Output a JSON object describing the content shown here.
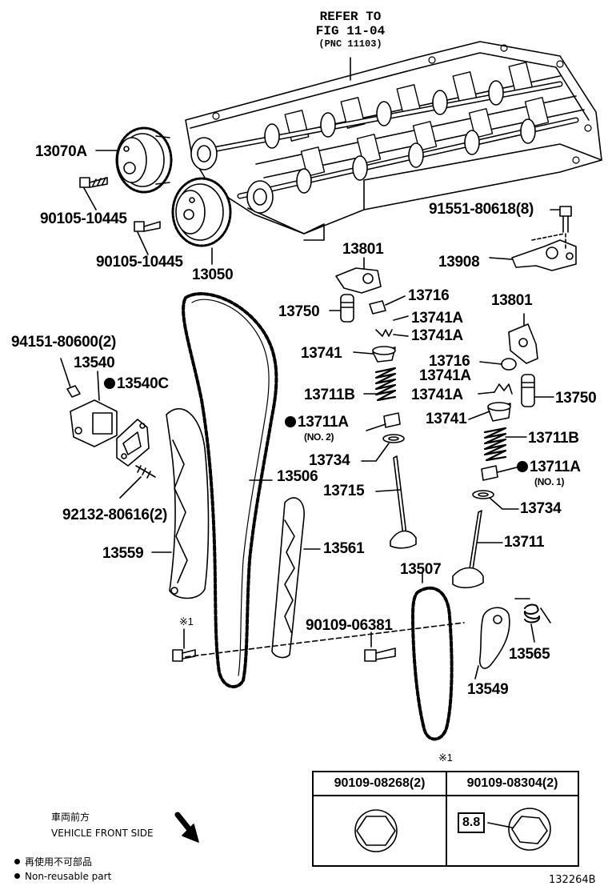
{
  "reference": {
    "line1": "REFER TO",
    "line2": "FIG 11-04",
    "line3": "(PNC 11103)"
  },
  "part_labels": {
    "p13070A": "13070A",
    "p90105_a": "90105-10445",
    "p90105_b": "90105-10445",
    "p13050": "13050",
    "p91551": "91551-80618(8)",
    "p13908": "13908",
    "p13801_a": "13801",
    "p13716_a": "13716",
    "p13750_a": "13750",
    "p13741A_a": "13741A",
    "p13741A_b": "13741A",
    "p13741_a": "13741",
    "p13711B_a": "13711B",
    "p13711A_a": "13711A",
    "p13711A_a_sub": "(NO. 2)",
    "p13734_a": "13734",
    "p13715": "13715",
    "p13801_b": "13801",
    "p13716_b": "13716",
    "p13741A_c": "13741A",
    "p13741A_d": "13741A",
    "p13750_b": "13750",
    "p13741_b": "13741",
    "p13711B_b": "13711B",
    "p13711A_b": "13711A",
    "p13711A_b_sub": "(NO. 1)",
    "p13734_b": "13734",
    "p13711": "13711",
    "p94151": "94151-80600(2)",
    "p13540": "13540",
    "p13540C": "13540C",
    "p92132": "92132-80616(2)",
    "p13506": "13506",
    "p13559": "13559",
    "p13561": "13561",
    "p13507": "13507",
    "p90109_06381": "90109-06381",
    "p13565": "13565",
    "p13549": "13549",
    "note_mark_a": "※1",
    "note_mark_b": "※1"
  },
  "bolt_table": {
    "col1_header": "90109-08268(2)",
    "col2_header": "90109-08304(2)",
    "grade_mark": "8.8"
  },
  "direction": {
    "jp": "車両前方",
    "en": "VEHICLE FRONT SIDE"
  },
  "legend": {
    "jp": "再使用不可部品",
    "en": "Non-reusable part"
  },
  "figure_id": "132264B"
}
